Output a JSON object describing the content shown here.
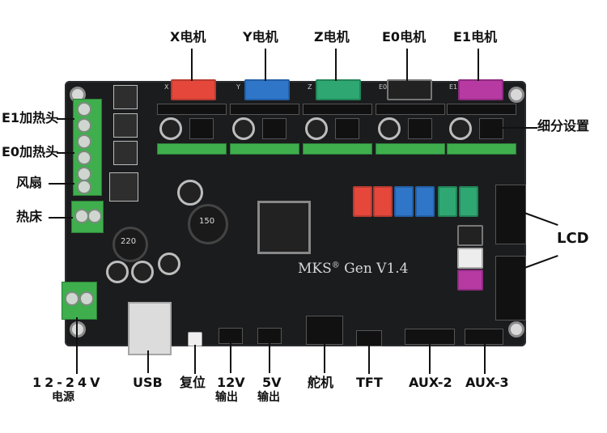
{
  "labels": {
    "x_motor": "X电机",
    "y_motor": "Y电机",
    "z_motor": "Z电机",
    "e0_motor": "E0电机",
    "e1_motor": "E1电机",
    "microstep": "细分设置",
    "e1_heater": "E1加热头",
    "e0_heater": "E0加热头",
    "fan": "风扇",
    "heatbed": "热床",
    "lcd": "LCD",
    "power": "12-24V",
    "power_sub": "电源",
    "usb": "USB",
    "reset": "复位",
    "out12": "12V",
    "out12_sub": "输出",
    "out5": "5V",
    "out5_sub": "输出",
    "servo": "舵机",
    "tft": "TFT",
    "aux2": "AUX-2",
    "aux3": "AUX-3"
  },
  "board": {
    "name": "MKS",
    "reg": "®",
    "model": "Gen V1.4",
    "slot_x": "X",
    "slot_y": "Y",
    "slot_z": "Z",
    "slot_e0": "E0",
    "slot_e1": "E1",
    "inductor": "150",
    "inductor2": "220"
  },
  "colors": {
    "red_connector": "#e5473b",
    "blue_connector": "#2f76c9",
    "green_connector": "#2fa772",
    "black_connector": "#222",
    "purple_connector": "#b73aa3",
    "terminal_green": "#3fae4d"
  }
}
